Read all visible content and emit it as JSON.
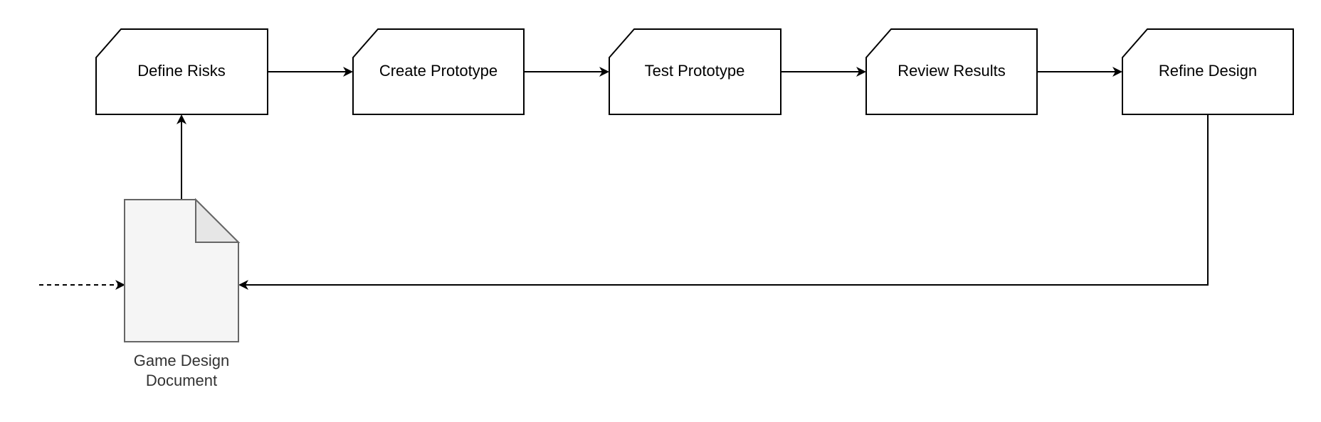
{
  "diagram": {
    "steps": [
      {
        "label": "Define Risks"
      },
      {
        "label": "Create Prototype"
      },
      {
        "label": "Test Prototype"
      },
      {
        "label": "Review Results"
      },
      {
        "label": "Refine Design"
      }
    ],
    "document": {
      "label_line1": "Game Design",
      "label_line2": "Document"
    }
  }
}
